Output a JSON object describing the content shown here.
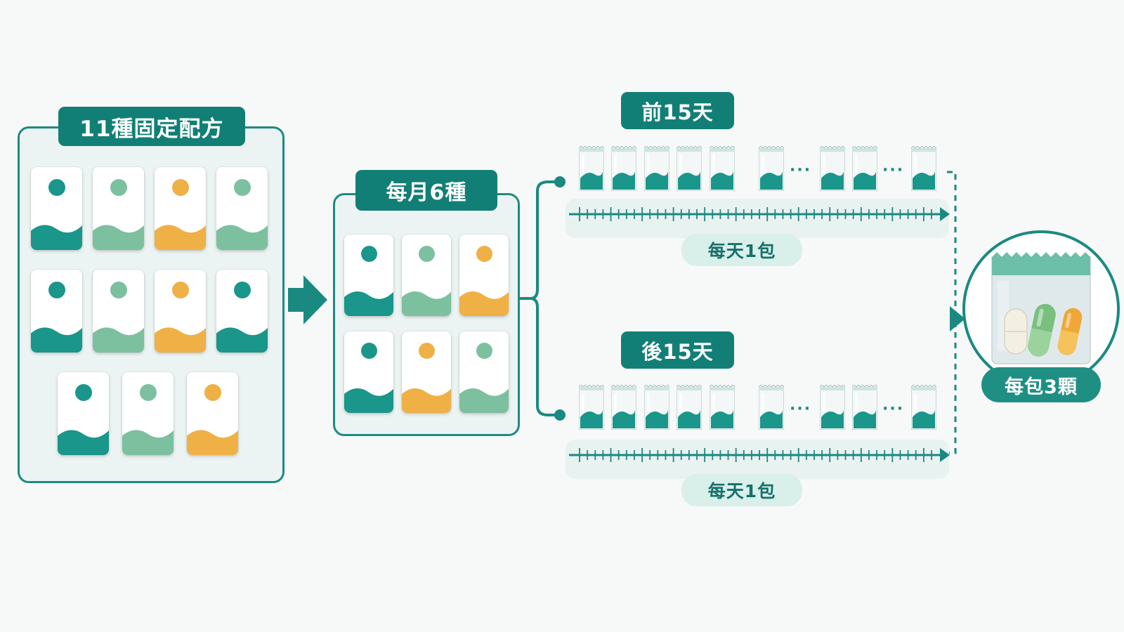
{
  "left_panel": {
    "title": "11種固定配方",
    "cards": [
      {
        "color": "teal"
      },
      {
        "color": "green"
      },
      {
        "color": "orange"
      },
      {
        "color": "green"
      },
      {
        "color": "teal"
      },
      {
        "color": "green"
      },
      {
        "color": "orange"
      },
      {
        "color": "teal"
      },
      {
        "color": "teal"
      },
      {
        "color": "green"
      },
      {
        "color": "orange"
      }
    ]
  },
  "middle_panel": {
    "title": "每月6種",
    "cards": [
      {
        "color": "teal"
      },
      {
        "color": "green"
      },
      {
        "color": "orange"
      },
      {
        "color": "teal"
      },
      {
        "color": "orange"
      },
      {
        "color": "green"
      }
    ]
  },
  "timeline_top": {
    "title": "前15天",
    "caption": "每天1包",
    "ellipsis": "···"
  },
  "timeline_bottom": {
    "title": "後15天",
    "caption": "每天1包",
    "ellipsis": "···"
  },
  "result": {
    "label": "每包3顆"
  },
  "colors": {
    "teal": "#1a968a",
    "green": "#7cc09f",
    "orange": "#efb046",
    "dark_teal": "#127f76",
    "panel_bg": "#ecf4f3",
    "soft_label_bg": "#d9efe9"
  }
}
